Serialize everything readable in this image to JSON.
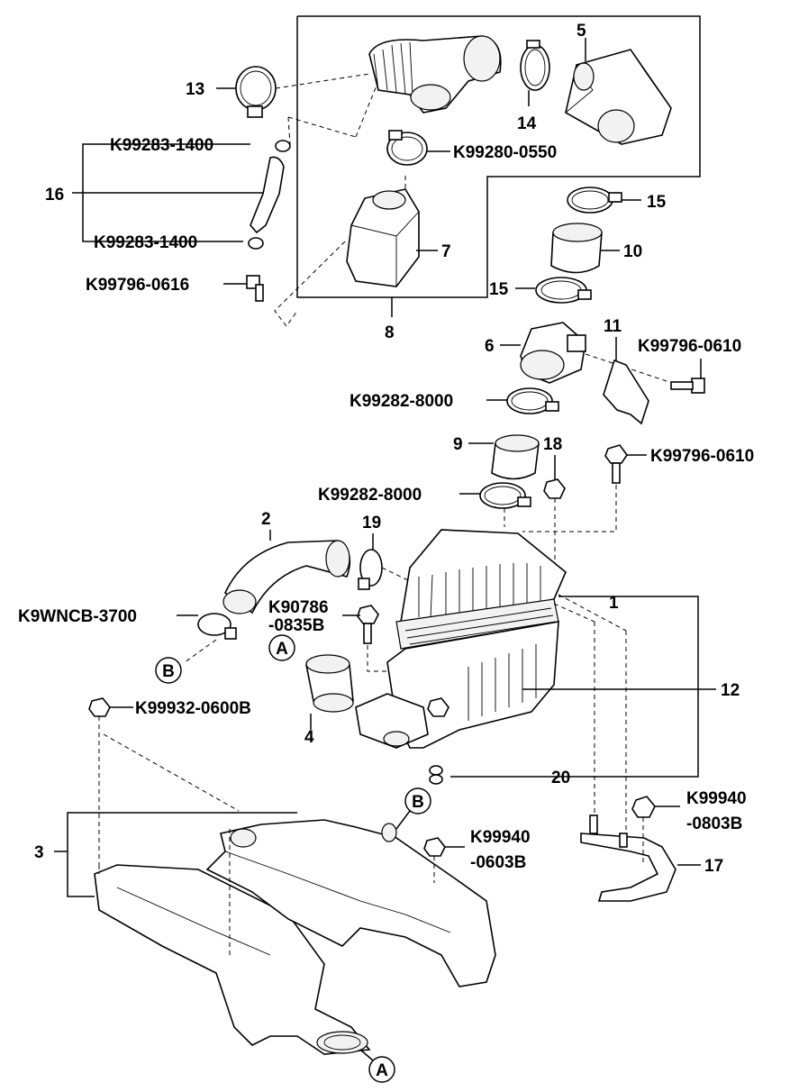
{
  "labels": {
    "p1": "1",
    "p2": "2",
    "p3": "3",
    "p4": "4",
    "p5": "5",
    "p6": "6",
    "p7": "7",
    "p8": "8",
    "p9": "9",
    "p10": "10",
    "p11": "11",
    "p12": "12",
    "p13": "13",
    "p14": "14",
    "p15a": "15",
    "p15b": "15",
    "p16": "16",
    "p17": "17",
    "p18": "18",
    "p19": "19",
    "p20": "20",
    "k99283_a": "K99283-1400",
    "k99283_b": "K99283-1400",
    "k99280": "K99280-0550",
    "k99796_0616": "K99796-0616",
    "k99796_0610_a": "K99796-0610",
    "k99796_0610_b": "K99796-0610",
    "k99282_a": "K99282-8000",
    "k99282_b": "K99282-8000",
    "k9wncb": "K9WNCB-3700",
    "k90786_l1": "K90786",
    "k90786_l2": "-0835B",
    "k99932": "K99932-0600B",
    "k99940_603_l1": "K99940",
    "k99940_603_l2": "-0603B",
    "k99940_803_l1": "K99940",
    "k99940_803_l2": "-0803B"
  },
  "refs": {
    "a_top": "A",
    "a_bottom": "A",
    "b_left": "B",
    "b_mid": "B"
  }
}
